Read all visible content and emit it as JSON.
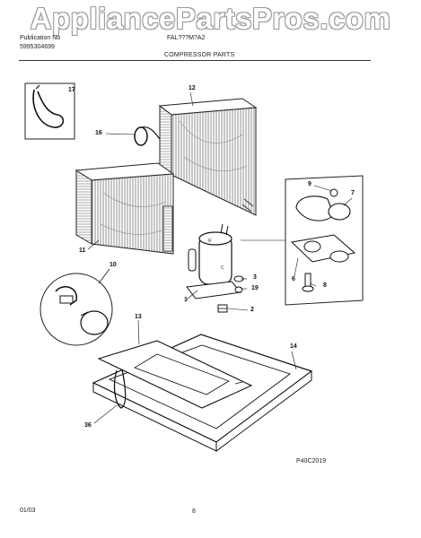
{
  "watermark": "AppliancePartsPros.com",
  "header": {
    "publication_label": "Publication No",
    "publication_number": "5995304699",
    "model": "FAL???M?A2",
    "section_title": "COMPRESSOR PARTS"
  },
  "callouts": {
    "c1": "1",
    "c2": "2",
    "c3": "3",
    "c6": "6",
    "c7": "7",
    "c8": "8",
    "c9": "9",
    "c10": "10",
    "c11": "11",
    "c12": "12",
    "c13": "13",
    "c14": "14",
    "c16": "16",
    "c17": "17",
    "c19": "19",
    "c36": "36"
  },
  "figure_code": "P40C2019",
  "footer": {
    "date": "01/03",
    "page": "8"
  }
}
